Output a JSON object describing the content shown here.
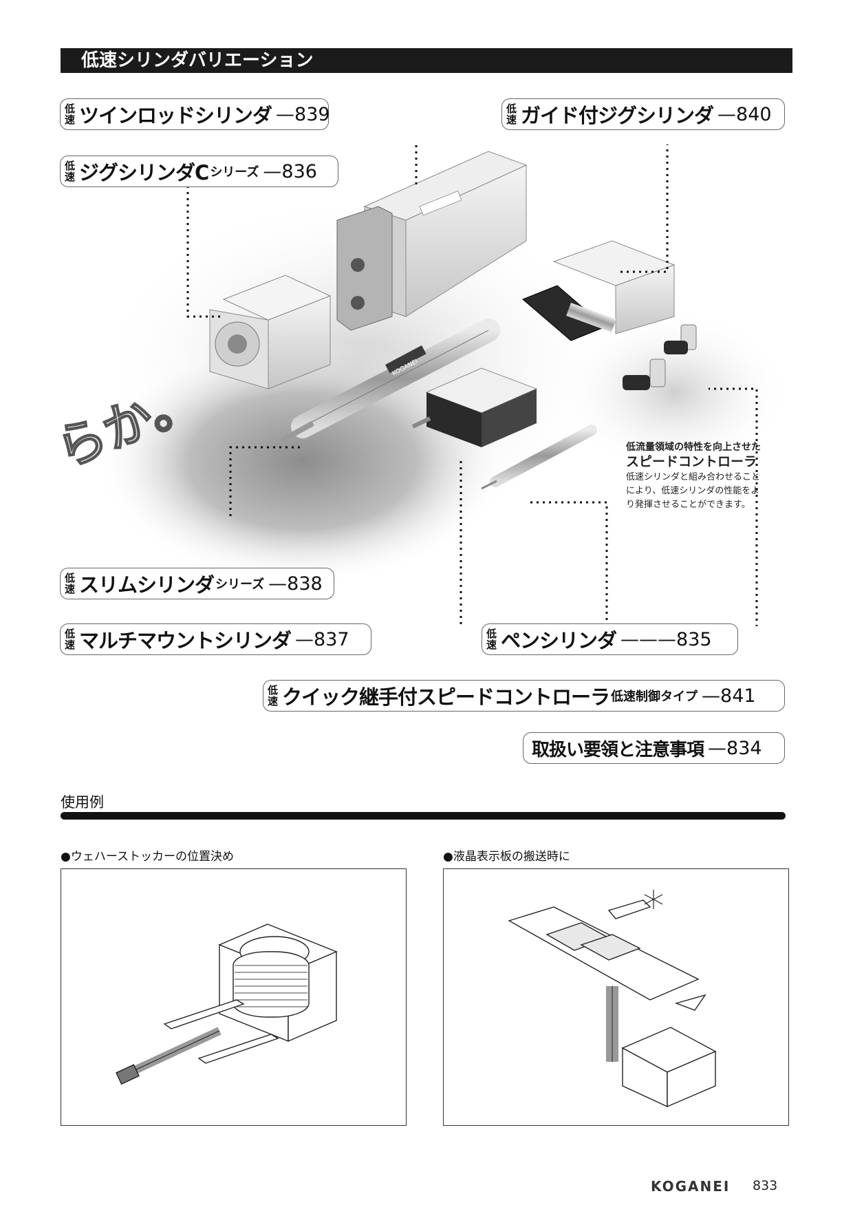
{
  "header": {
    "title": "低速シリンダバリエーション"
  },
  "badge": {
    "top": "低",
    "bottom": "速"
  },
  "products": {
    "twin_rod": {
      "name": "ツインロッドシリンダ",
      "page": "—839"
    },
    "guide_jig": {
      "name": "ガイド付ジグシリンダ",
      "page": "—840"
    },
    "jig_c": {
      "name": "ジグシリンダC",
      "suffix": "シリーズ",
      "page": "—836"
    },
    "slim": {
      "name": "スリムシリンダ",
      "suffix": "シリーズ",
      "page": "—838"
    },
    "multi_mount": {
      "name": "マルチマウントシリンダ",
      "page": "—837"
    },
    "pen": {
      "name": "ペンシリンダ",
      "page": "———835"
    },
    "quick_speed": {
      "name": "クイック継手付スピードコントローラ",
      "suffix": "低速制御タイプ",
      "page": "—841"
    },
    "handling": {
      "name": "取扱い要領と注意事項",
      "page": "—834"
    }
  },
  "watermark_text": "らか。",
  "speed_controller_note": {
    "line1": "低流量領域の特性を向上させた",
    "line2": "スピードコントローラ",
    "line3": "低速シリンダと組み合わせることにより、低速シリンダの性能をより発揮させることができます。"
  },
  "product_markings": {
    "brand": "KOGANEI"
  },
  "usage": {
    "title": "使用例",
    "examples": [
      {
        "title": "●ウェハーストッカーの位置決め"
      },
      {
        "title": "●液晶表示板の搬送時に"
      }
    ]
  },
  "footer": {
    "brand": "KOGANEI",
    "page": "833"
  }
}
